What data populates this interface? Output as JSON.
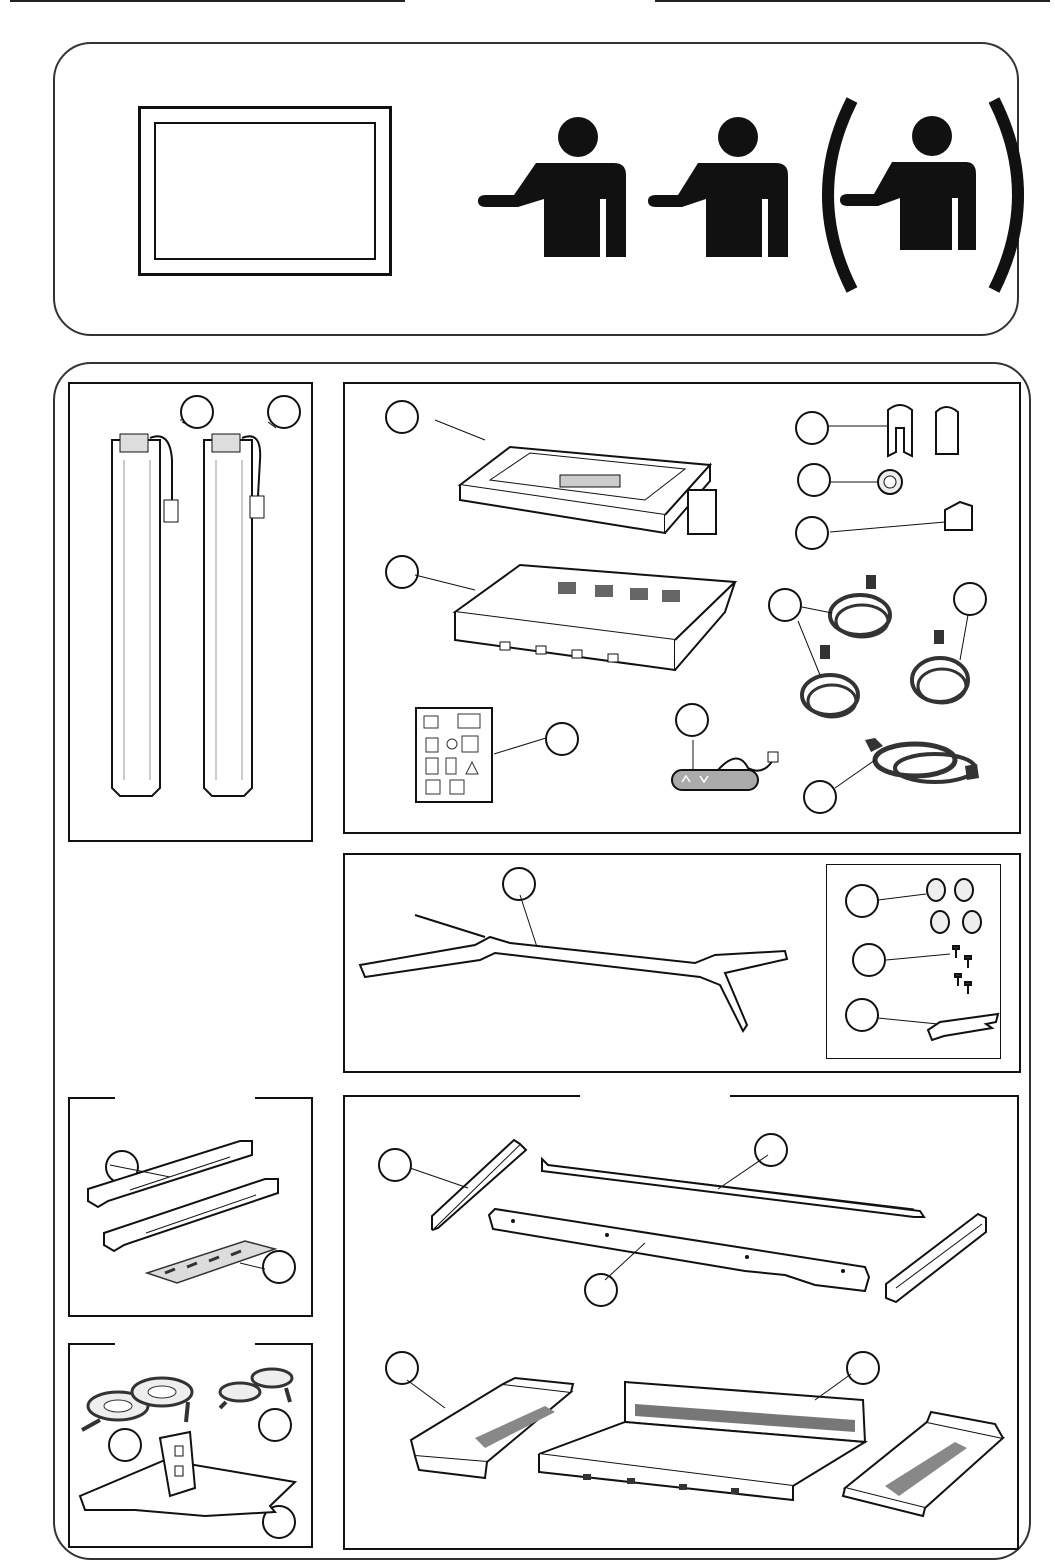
{
  "document": {
    "type": "assembly-parts-overview",
    "top_section": {
      "monitor_icon": "monitor-frame-icon",
      "people": [
        {
          "icon": "person-icon",
          "optional": false
        },
        {
          "icon": "person-icon",
          "optional": false
        },
        {
          "icon": "person-icon",
          "optional": true
        }
      ]
    },
    "parts_boxes": [
      {
        "name": "columns-box",
        "parts": [
          "lift-column-icon",
          "lift-column-icon"
        ]
      },
      {
        "name": "frame-and-accessories-box",
        "parts": [
          "frame-icon",
          "tray-icon",
          "manual-booklet-icon",
          "hand-controller-icon",
          "cover-cap-icon",
          "grommet-icon",
          "clip-icon",
          "cable-icon",
          "cable-icon",
          "power-cord-icon"
        ]
      },
      {
        "name": "base-box",
        "parts": [
          "base-foot-icon",
          "levelling-ring-icon",
          "screw-icon",
          "wrench-icon"
        ]
      },
      {
        "name": "brackets-box",
        "parts": [
          "bracket-icon",
          "cable-tray-icon"
        ]
      },
      {
        "name": "tape-box",
        "parts": [
          "tape-roll-icon",
          "stand-plate-icon"
        ]
      },
      {
        "name": "panels-box",
        "parts": [
          "rail-icon",
          "rail-icon",
          "angle-icon",
          "angle-icon",
          "cover-panel-icon",
          "cover-panel-icon",
          "cover-panel-icon"
        ]
      }
    ]
  }
}
